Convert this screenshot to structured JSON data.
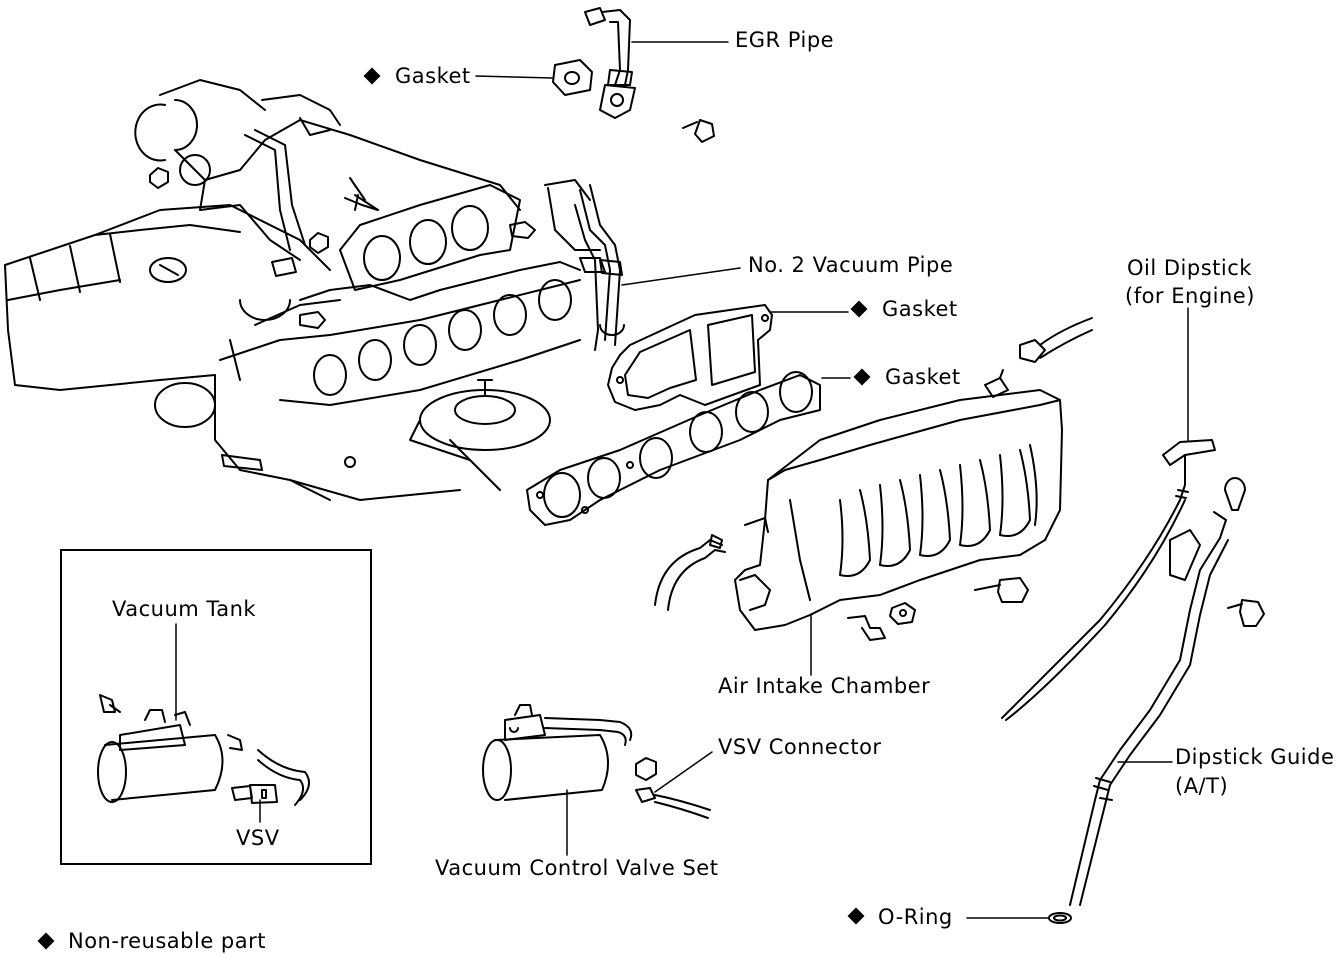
{
  "labels": {
    "egr_pipe": "EGR Pipe",
    "gasket_top": "Gasket",
    "no2_vacuum_pipe": "No. 2 Vacuum Pipe",
    "gasket_mid1": "Gasket",
    "gasket_mid2": "Gasket",
    "oil_dipstick_line1": "Oil Dipstick",
    "oil_dipstick_line2": "(for Engine)",
    "air_intake_chamber": "Air Intake Chamber",
    "vsv_connector": "VSV Connector",
    "dipstick_guide_line1": "Dipstick Guide",
    "dipstick_guide_line2": "(A/T)",
    "o_ring": "O-Ring",
    "vacuum_control_valve_set": "Vacuum Control Valve Set",
    "vacuum_tank": "Vacuum Tank",
    "vsv": "VSV"
  },
  "legend": {
    "non_reusable": "Non-reusable part"
  }
}
